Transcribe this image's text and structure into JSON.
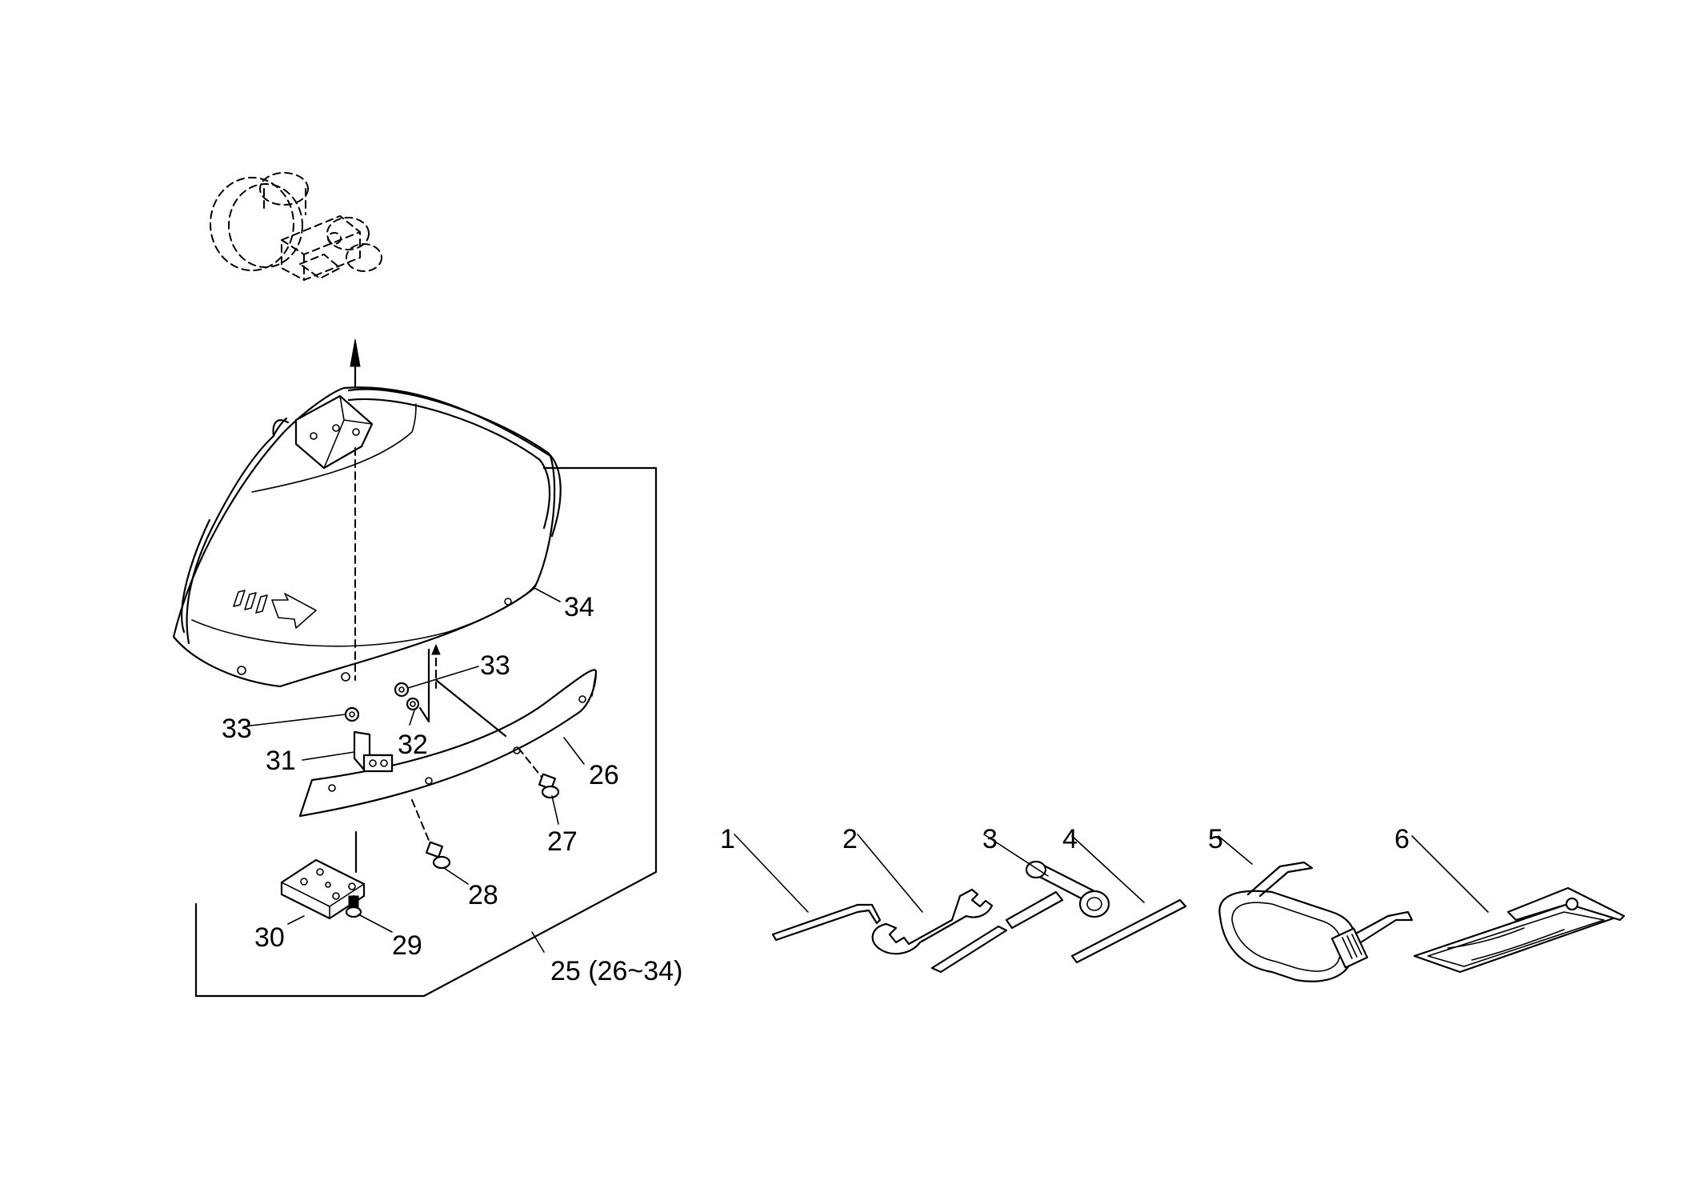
{
  "callouts": [
    {
      "id": "c34",
      "text": "34"
    },
    {
      "id": "c33a",
      "text": "33"
    },
    {
      "id": "c33b",
      "text": "33"
    },
    {
      "id": "c32",
      "text": "32"
    },
    {
      "id": "c31",
      "text": "31"
    },
    {
      "id": "c26",
      "text": "26"
    },
    {
      "id": "c27",
      "text": "27"
    },
    {
      "id": "c28",
      "text": "28"
    },
    {
      "id": "c30",
      "text": "30"
    },
    {
      "id": "c29",
      "text": "29"
    },
    {
      "id": "c25",
      "text": "25 (26~34)"
    },
    {
      "id": "c1",
      "text": "1"
    },
    {
      "id": "c2",
      "text": "2"
    },
    {
      "id": "c3",
      "text": "3"
    },
    {
      "id": "c4",
      "text": "4"
    },
    {
      "id": "c5",
      "text": "5"
    },
    {
      "id": "c6",
      "text": "6"
    }
  ]
}
